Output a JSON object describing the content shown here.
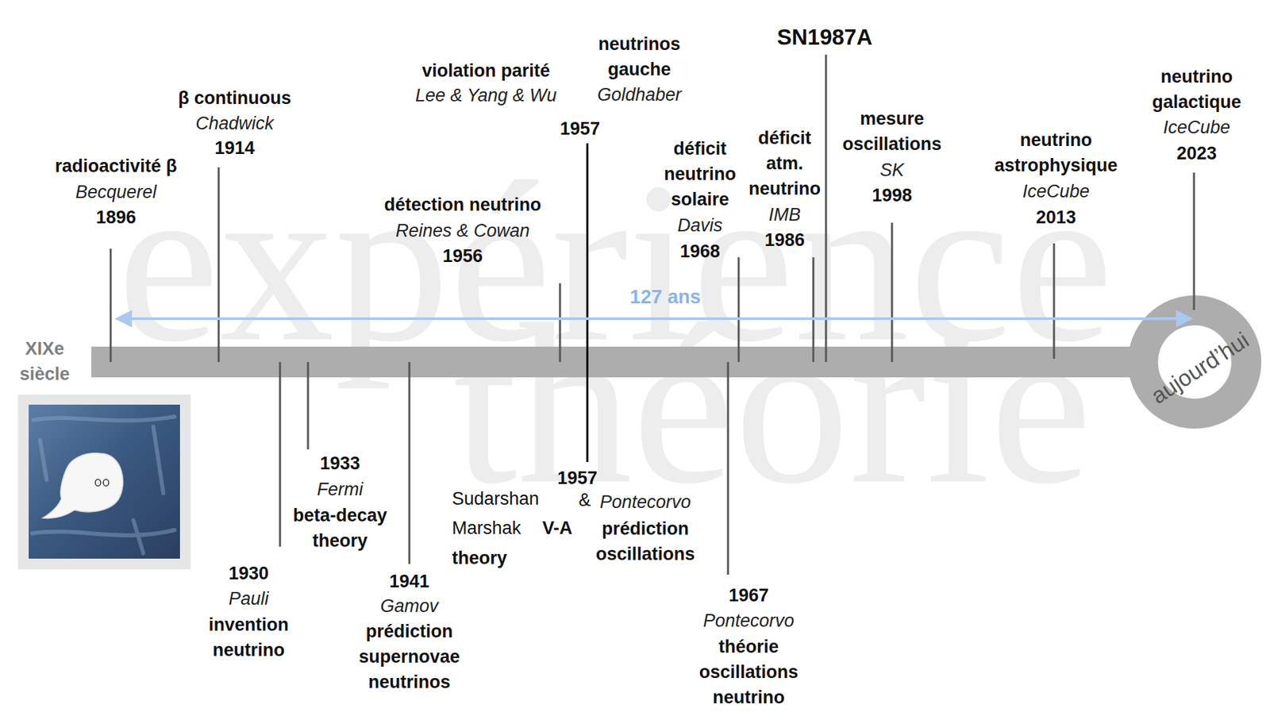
{
  "diagram": {
    "nodes": [
      {
        "text": [
          "aujourd’hui"
        ]
      }
    ],
    "labels": [
      "expérience",
      "théorie",
      "XIXe siècle",
      "radioactivité β",
      "Becquerel",
      "1896",
      "β continuous",
      "Chadwick",
      "1914",
      "1930",
      "Pauli",
      "invention neutrino",
      "1933",
      "Fermi",
      "beta-decay theory",
      "1941",
      "Gamov",
      "prédiction supernovae neutrinos",
      "détection neutrino",
      "Reines & Cowan",
      "1956",
      "violation parité",
      "Lee & Yang & Wu",
      "neutrinos gauche",
      "Goldhaber",
      "1957",
      "1957",
      "Sudarshan",
      "Marshak",
      "V-A",
      "theory",
      "&",
      "Pontecorvo",
      "prédiction oscillations",
      "127 ans",
      "déficit neutrino solaire",
      "Davis",
      "1968",
      "1967",
      "Pontecorvo",
      "théorie oscillations neutrino",
      "déficit atm. neutrino",
      "IMB",
      "1986",
      "SN1987A",
      "mesure oscillations",
      "SK",
      "1998",
      "neutrino astrophysique",
      "IceCube",
      "2013",
      "neutrino galactique",
      "IceCube",
      "2023"
    ]
  }
}
